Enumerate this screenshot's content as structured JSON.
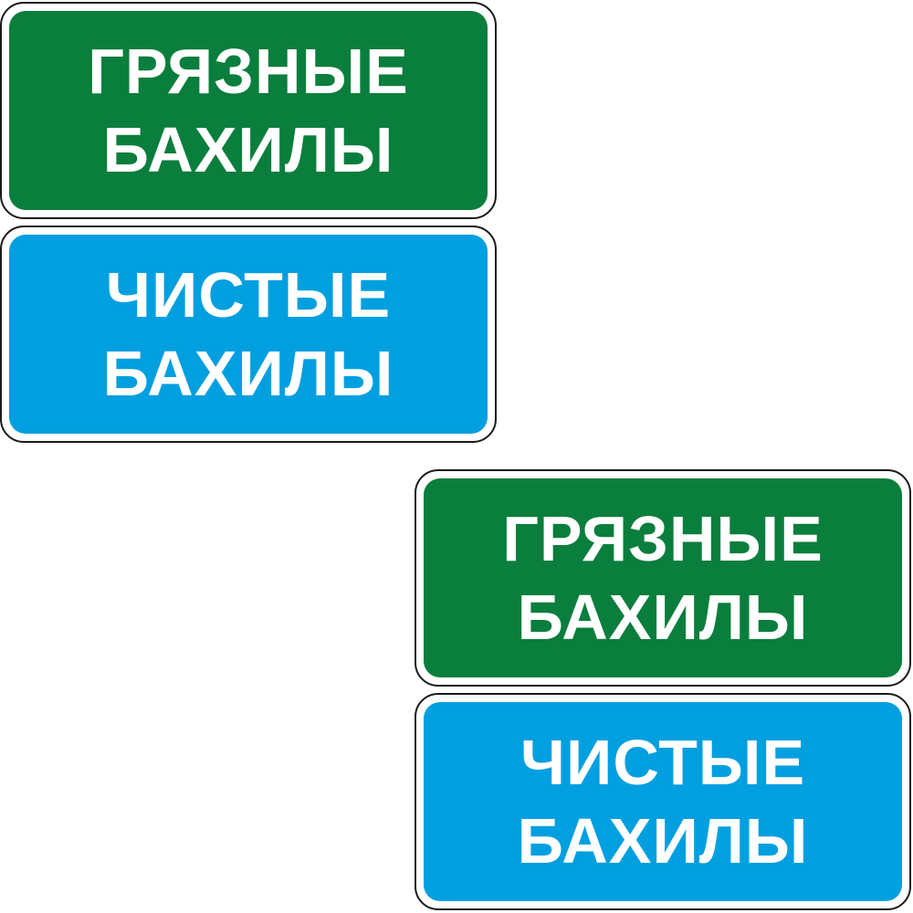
{
  "colors": {
    "dirty_sign_background": "#0a7e3c",
    "clean_sign_background": "#009fe0",
    "text": "#ffffff",
    "border": "#1a1a1a"
  },
  "sign_sets": [
    {
      "dirty": {
        "line1": "ГРЯЗНЫЕ",
        "line2": "БАХИЛЫ"
      },
      "clean": {
        "line1": "ЧИСТЫЕ",
        "line2": "БАХИЛЫ"
      }
    },
    {
      "dirty": {
        "line1": "ГРЯЗНЫЕ",
        "line2": "БАХИЛЫ"
      },
      "clean": {
        "line1": "ЧИСТЫЕ",
        "line2": "БАХИЛЫ"
      }
    }
  ]
}
